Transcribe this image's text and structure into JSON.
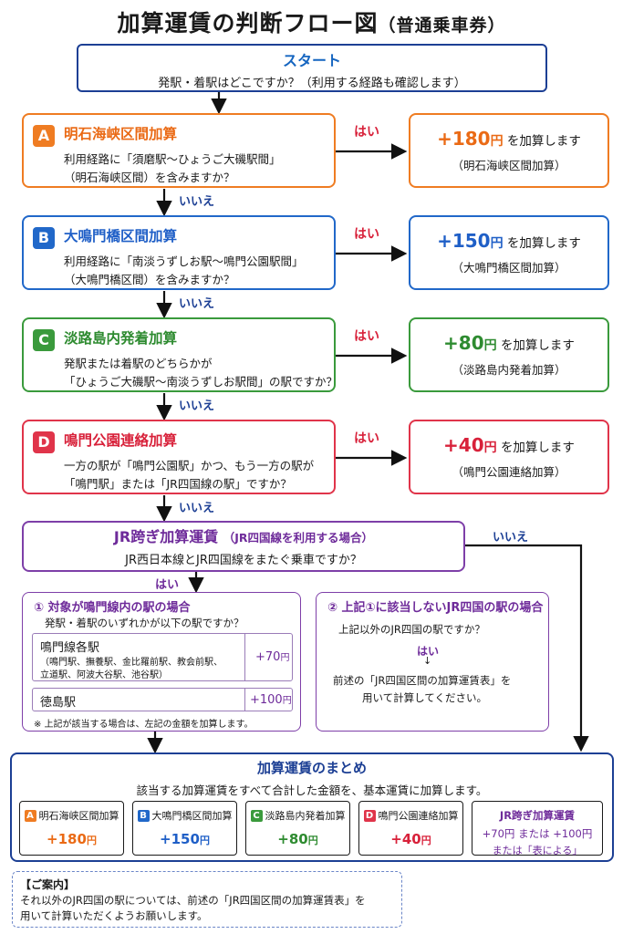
{
  "title": {
    "main": "加算運賃の判断フロー図",
    "sub": "（普通乗車券）"
  },
  "start": {
    "heading": "スタート",
    "text": "発駅・着駅はどこですか？（利用する経路も確認します）"
  },
  "steps": [
    {
      "badge": "A",
      "heading": "明石海峡区間加算",
      "line1": "利用経路に「須磨駅〜ひょうご大磯駅間」",
      "line2": "（明石海峡区間）を含みますか？",
      "yes": "はい",
      "no": "いいえ",
      "amount": "+180",
      "yen": "円",
      "suffix": "を加算します",
      "result_sub": "（明石海峡区間加算）"
    },
    {
      "badge": "B",
      "heading": "大鳴門橋区間加算",
      "line1": "利用経路に「南淡うずしお駅〜鳴門公園駅間」",
      "line2": "（大鳴門橋区間）を含みますか？",
      "yes": "はい",
      "no": "いいえ",
      "amount": "+150",
      "yen": "円",
      "suffix": "を加算します",
      "result_sub": "（大鳴門橋区間加算）"
    },
    {
      "badge": "C",
      "heading": "淡路島内発着加算",
      "line1": "発駅または着駅のどちらかが",
      "line2": "「ひょうご大磯駅〜南淡うずしお駅間」の駅ですか？",
      "yes": "はい",
      "no": "いいえ",
      "amount": "+80",
      "yen": "円",
      "suffix": "を加算します",
      "result_sub": "（淡路島内発着加算）"
    },
    {
      "badge": "D",
      "heading": "鳴門公園連絡加算",
      "line1": "一方の駅が「鳴門公園駅」かつ、もう一方の駅が",
      "line2": "「鳴門駅」または「JR四国線の駅」ですか？",
      "yes": "はい",
      "no": "いいえ",
      "amount": "+40",
      "yen": "円",
      "suffix": "を加算します",
      "result_sub": "（鳴門公園連絡加算）"
    }
  ],
  "jr": {
    "heading": "JR跨ぎ加算運賃",
    "heading_note": "（JR四国線を利用する場合）",
    "text": "JR西日本線とJR四国線をまたぐ乗車ですか？",
    "yes": "はい",
    "no": "いいえ"
  },
  "case1": {
    "heading": "① 対象が鳴門線内の駅の場合",
    "question": "発駅・着駅のいずれかが以下の駅ですか？",
    "rows": [
      {
        "name": "鳴門線各駅",
        "detail1": "（鳴門駅、撫養駅、金比羅前駅、教会前駅、",
        "detail2": "立道駅、阿波大谷駅、池谷駅）",
        "amount": "+70",
        "yen": "円"
      },
      {
        "name": "徳島駅",
        "amount": "+100",
        "yen": "円"
      }
    ],
    "note": "※ 上記が該当する場合は、左記の金額を加算します。"
  },
  "case2": {
    "heading": "② 上記①に該当しないJR四国の駅の場合",
    "question": "上記以外のJR四国の駅ですか？",
    "yes": "はい",
    "arrow": "↓",
    "line1": "前述の「JR四国区間の加算運賃表」を",
    "line2": "用いて計算してください。"
  },
  "summary": {
    "heading": "加算運賃のまとめ",
    "text": "該当する加算運賃をすべて合計した金額を、基本運賃に加算します。",
    "cards": [
      {
        "badge": "A",
        "label": "明石海峡区間加算",
        "value": "+180",
        "yen": "円"
      },
      {
        "badge": "B",
        "label": "大鳴門橋区間加算",
        "value": "+150",
        "yen": "円"
      },
      {
        "badge": "C",
        "label": "淡路島内発着加算",
        "value": "+80",
        "yen": "円"
      },
      {
        "badge": "D",
        "label": "鳴門公園連絡加算",
        "value": "+40",
        "yen": "円"
      }
    ],
    "jr_card": {
      "label": "JR跨ぎ加算運賃",
      "line1": "+70円 または +100円",
      "line2": "または「表による」"
    }
  },
  "note": {
    "heading": "【ご案内】",
    "line1": "それ以外のJR四国の駅については、前述の「JR四国区間の加算運賃表」を",
    "line2": "用いて計算いただくようお願いします。"
  },
  "colors": {
    "orange": "#ef7c22",
    "blue": "#2168c9",
    "green": "#3a9a3c",
    "red": "#e0344a",
    "purple": "#7e3fa8",
    "navy": "#1c3f94"
  }
}
